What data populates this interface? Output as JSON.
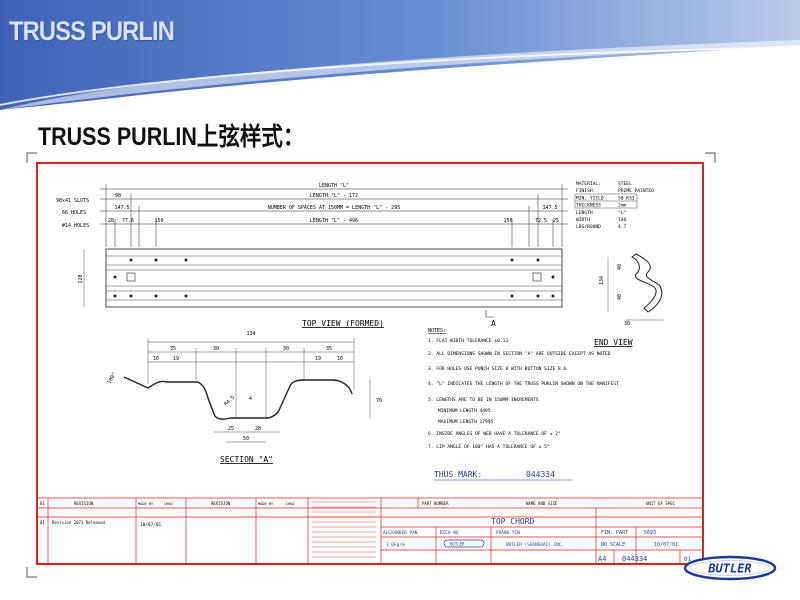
{
  "header": {
    "title": "TRUSS PURLIN"
  },
  "slide": {
    "heading": "TRUSS PURLIN上弦样式："
  },
  "drawing": {
    "material": {
      "material_label": "MATERIAL:",
      "material_value": "STEEL",
      "finish_label": "FINISH:",
      "finish_value": "PRIME PAINTED",
      "thk_label": "MIN. YIELD",
      "thk_value": "50 KSI",
      "thickness_label": "THICKNESS",
      "thickness_value": "2mm",
      "length_label": "LENGTH",
      "length_value": "\"L\"",
      "width_label": "WIDTH",
      "width_value": "146",
      "lbs_label": "LBS/ROUND",
      "lbs_value": "4.7"
    },
    "top_dims": {
      "length": "LENGTH \"L\"",
      "length_l1": "LENGTH \"L\" - 172",
      "spacing": "NUMBER OF SPACES AT 150MM = LENGTH \"L\" - 295",
      "length_l2": "LENGTH \"L\" - 496",
      "d98": "98",
      "d1475": "147.5",
      "d28": "28",
      "d776": "77.6",
      "d150": "150",
      "d725": "72.5",
      "d25": "25"
    },
    "row_labels": {
      "r1": "98x41 SLOTS",
      "r2": "66 HOLES",
      "r3": "#14 HOLES"
    },
    "top_view": {
      "label": "TOP VIEW (FORMED)",
      "arrow_label": "A",
      "height_dim": "120"
    },
    "end_view": {
      "label": "END VIEW",
      "d134": "134",
      "d40a": "40",
      "d40b": "40",
      "d30": "30"
    },
    "section": {
      "label": "SECTION \"A\"",
      "d134": "134",
      "d35a": "35",
      "d30a": "30",
      "d30b": "30",
      "d35b": "35",
      "d16a": "16",
      "d19a": "19",
      "d19b": "19",
      "d16b": "16",
      "d25": "25",
      "d28": "28",
      "d50": "50",
      "d70": "70",
      "d4": "4",
      "r_label": "R4.5",
      "angle": "100°"
    },
    "notes": {
      "title": "NOTES:",
      "items": [
        "1. FLAT WIDTH TOLERANCE ±0.13",
        "2. ALL DIMENSIONS SHOWN IN SECTION \"A\" ARE OUTSIDE EXCEPT AS NOTED",
        "3. FOR HOLES USE PUNCH SIZE 8 WITH BUTTON SIZE 8.6",
        "4. \"L\" INDICATES THE LENGTH OF THE TRUSS PURLIN SHOWN ON THE MANIFEST",
        "5. LENGTHS ARE TO BE IN 150MM INCREMENTS",
        "MINIMUM LENGTH 4495",
        "MAXIMUM LENGTH 17995",
        "6. INSIDE ANGLES OF WEB HAVE A TOLERANCE OF ± 2°",
        "7. LIP ANGLE OF 100° HAS A TOLERANCE OF ± 5°"
      ]
    },
    "thus_mark": {
      "label": "THUS MARK:",
      "value": "044334"
    },
    "title_block": {
      "title": "TOP CHORD",
      "part": "FIN. PART",
      "scale": "NO SCALE",
      "date": "10/07/01",
      "size": "A4",
      "dwg_no": "044334",
      "rev": "01",
      "company": "BUTLER (SHANGHAI) INC.",
      "drawn_by": "ALEXANDER PAN",
      "checked_by": "RICH WU",
      "approved_by": "FRANK YIN",
      "job": "5693",
      "weight": "3.0kg/m",
      "rev_row": "Revision 2073 Released",
      "rev_date": "10/07/01",
      "col_revision": "REVISION",
      "col_made_by": "MADE BY",
      "col_chkd": "CHKD",
      "col_name": "NAME AND SIZE",
      "col_part_number": "PART NUMBER",
      "col_unit": "UNIT OF SPEC",
      "rev_no": "01"
    },
    "border_color": "#e0201c"
  },
  "logo": {
    "text": "BUTLER"
  }
}
